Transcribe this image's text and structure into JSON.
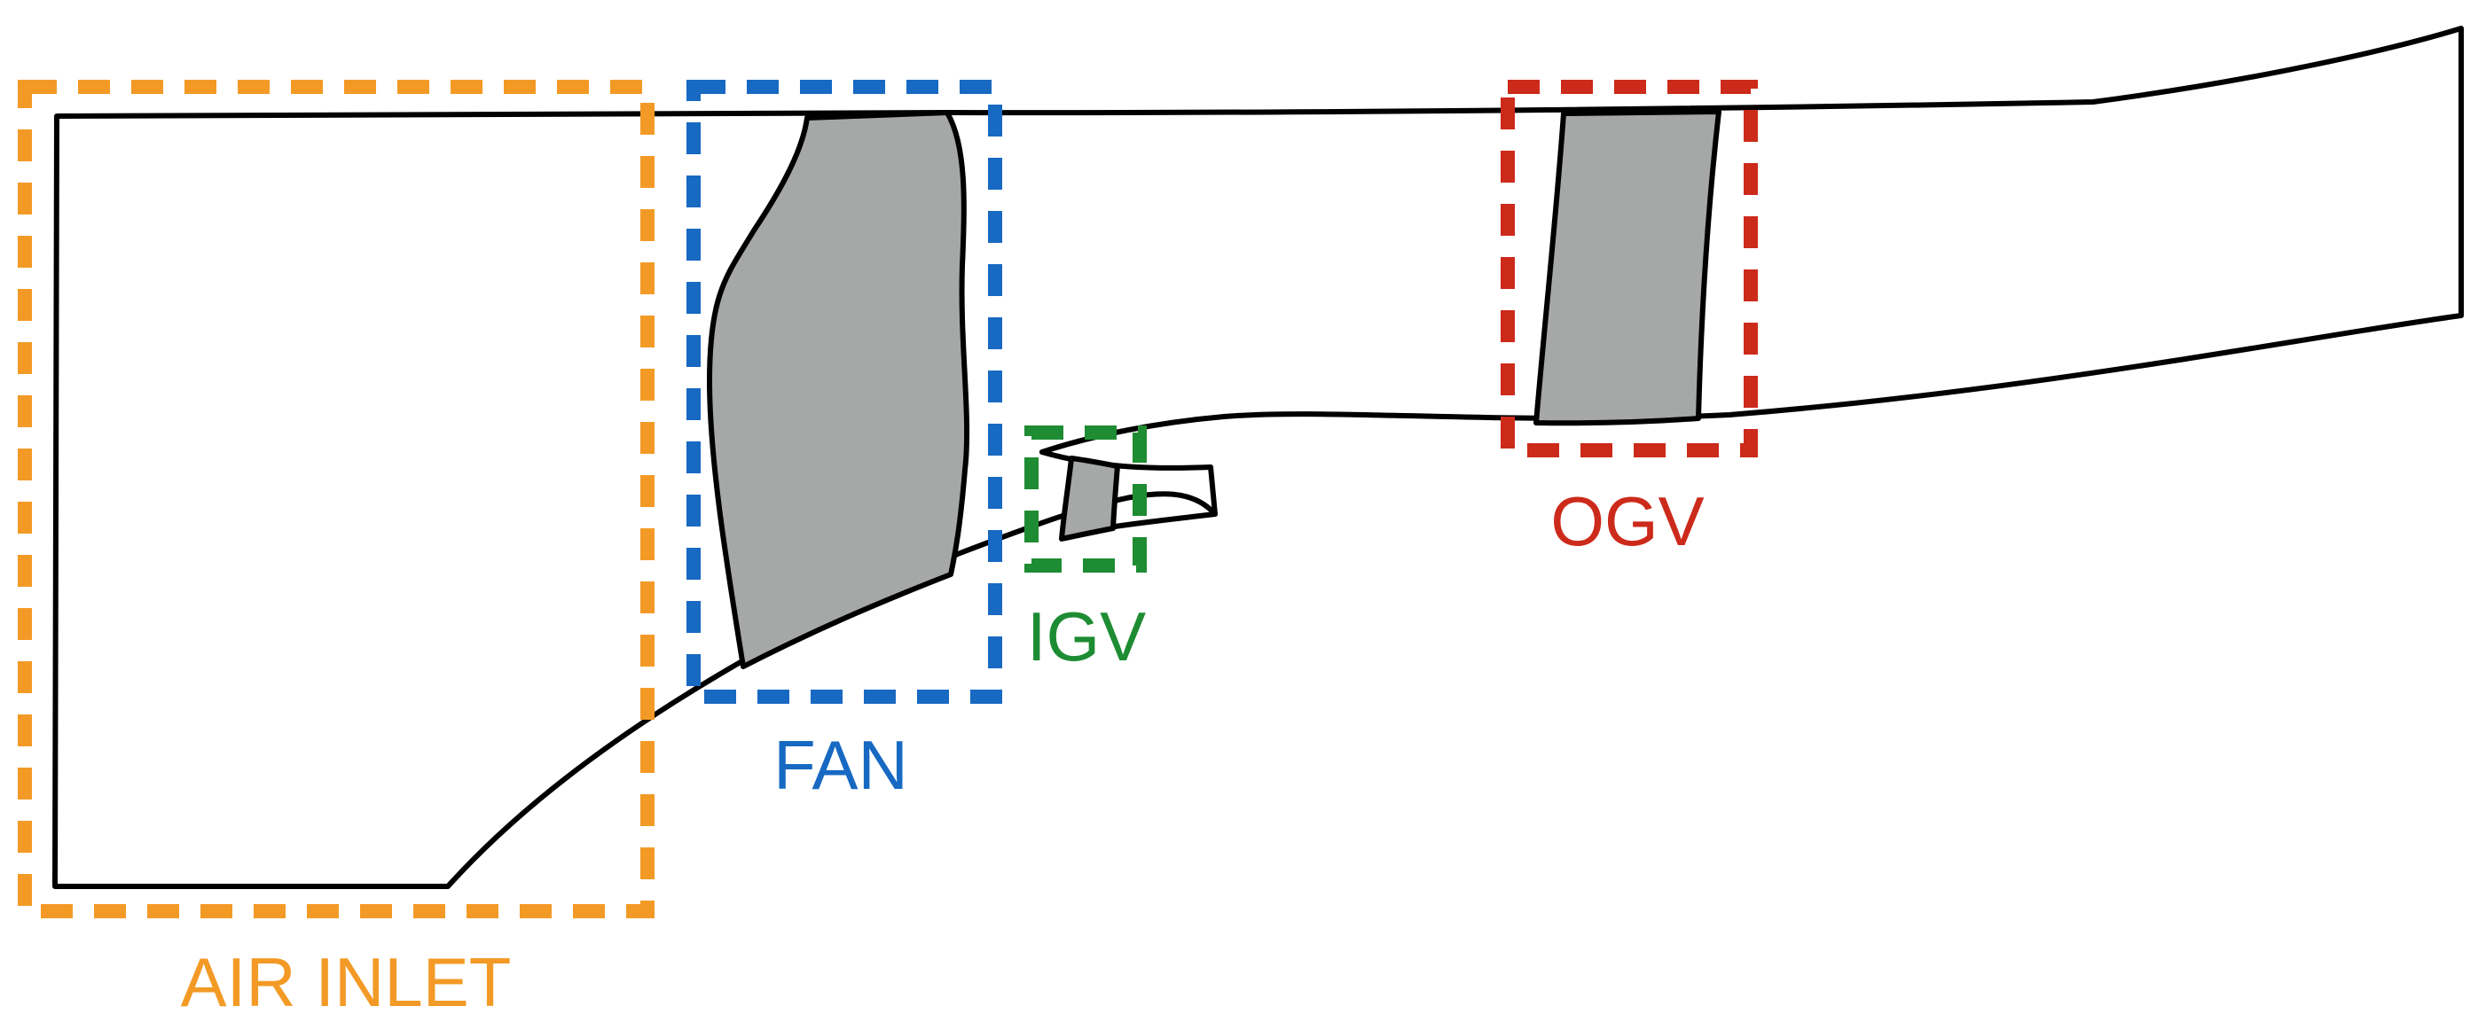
{
  "colors": {
    "blade_fill": "#a5a8a6",
    "wall_stroke": "#000000",
    "background": "#ffffff",
    "air_inlet": "#f39a26",
    "fan": "#1769c2",
    "igv": "#1e8c32",
    "ogv": "#cc2a1a"
  },
  "regions": {
    "air_inlet": {
      "label": "AIR INLET"
    },
    "fan": {
      "label": "FAN"
    },
    "igv": {
      "label": "IGV"
    },
    "ogv": {
      "label": "OGV"
    }
  }
}
